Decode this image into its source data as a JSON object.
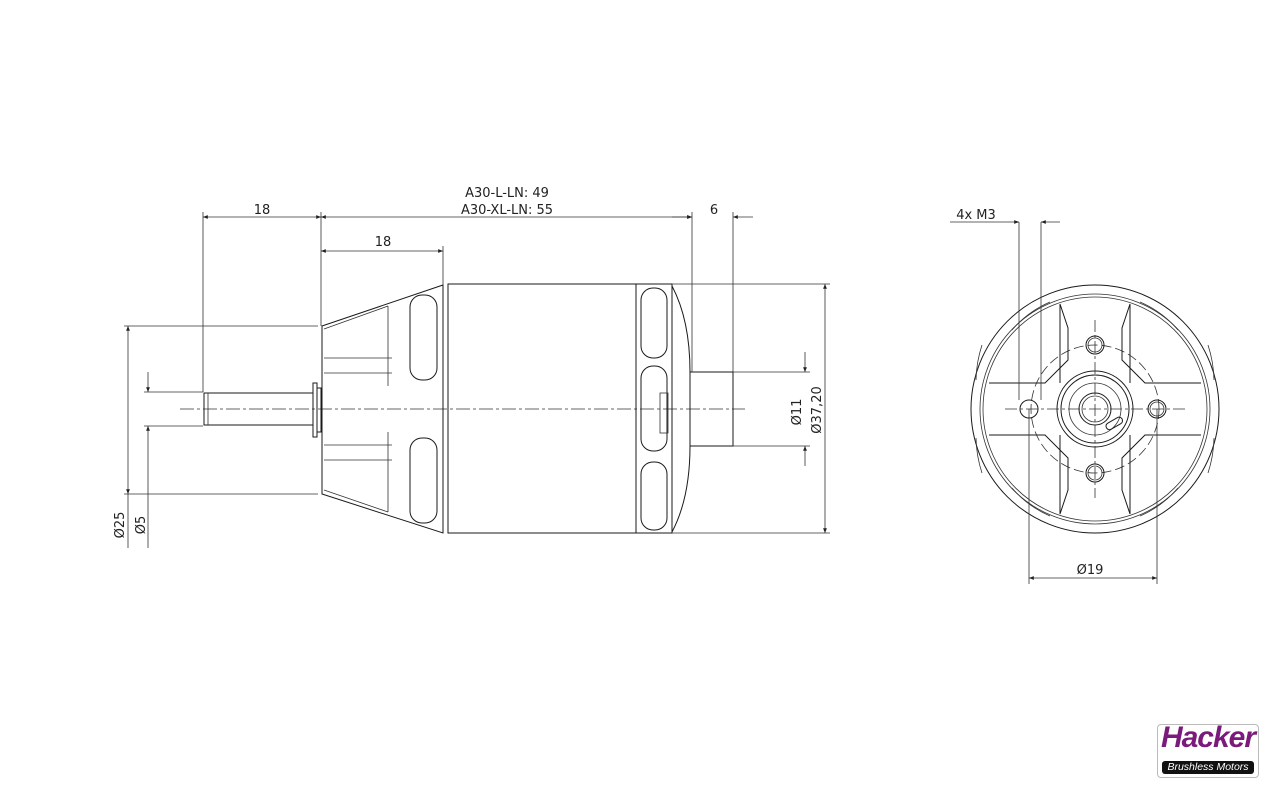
{
  "side_view": {
    "shaft_length": "18",
    "length_l": "A30-L-LN: 49",
    "length_xl": "A30-XL-LN: 55",
    "rear_boss_length": "6",
    "mount_length": "18",
    "mount_diameter": "Ø25",
    "shaft_diameter": "Ø5",
    "boss_diameter": "Ø11",
    "can_diameter": "Ø37,20"
  },
  "end_view": {
    "thread_label": "4x M3",
    "bolt_circle": "Ø19"
  },
  "logo": {
    "brand": "Hacker",
    "tagline": "Brushless Motors",
    "brand_color": "#7a1a7a"
  }
}
